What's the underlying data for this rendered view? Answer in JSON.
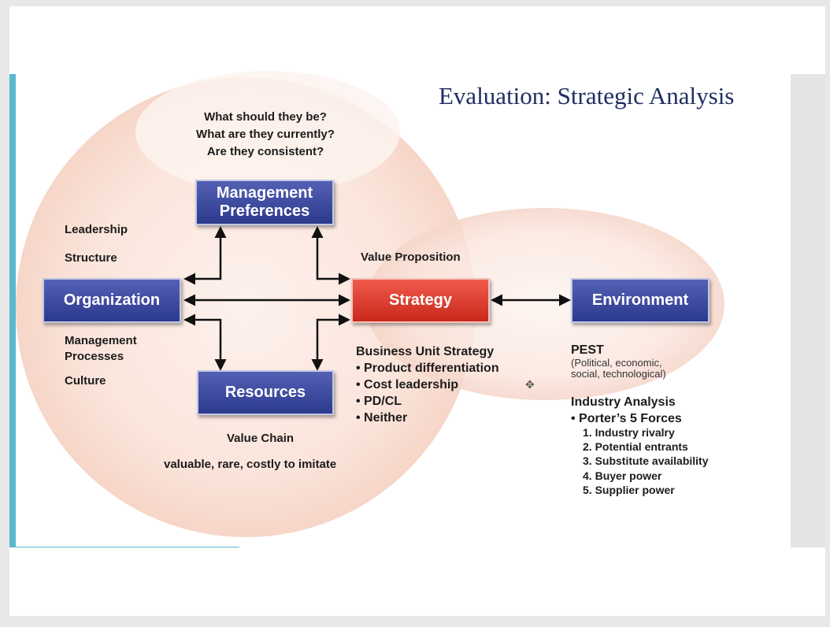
{
  "slide": {
    "title": "Evaluation: Strategic Analysis"
  },
  "diagram": {
    "questions": [
      "What should they be?",
      "What are they currently?",
      "Are they consistent?"
    ],
    "nodes": {
      "management_preferences": [
        "Management",
        "Preferences"
      ],
      "organization": "Organization",
      "strategy": "Strategy",
      "environment": "Environment",
      "resources": "Resources"
    },
    "organization_labels": {
      "leadership": "Leadership",
      "structure": "Structure",
      "management_processes": [
        "Management",
        "Processes"
      ],
      "culture": "Culture"
    },
    "value_proposition": "Value Proposition",
    "business_unit_strategy": {
      "heading": "Business Unit Strategy",
      "items": [
        "Product differentiation",
        "Cost leadership",
        "PD/CL",
        "Neither"
      ]
    },
    "resources_labels": {
      "value_chain": "Value Chain",
      "criteria": "valuable, rare, costly to imitate"
    },
    "pest": {
      "heading": "PEST",
      "detail": [
        "(Political, economic,",
        "social, technological)"
      ]
    },
    "industry_analysis": {
      "heading": "Industry Analysis",
      "item": "Porter’s 5 Forces",
      "forces": [
        "Industry rivalry",
        "Potential entrants",
        "Substitute availability",
        "Buyer power",
        "Supplier power"
      ]
    }
  },
  "colors": {
    "circle_fill": "#fbe5dc",
    "box_blue": "#33409a",
    "box_red": "#dc3a2c",
    "title": "#1f2f62",
    "accent": "#5bb8cc"
  }
}
